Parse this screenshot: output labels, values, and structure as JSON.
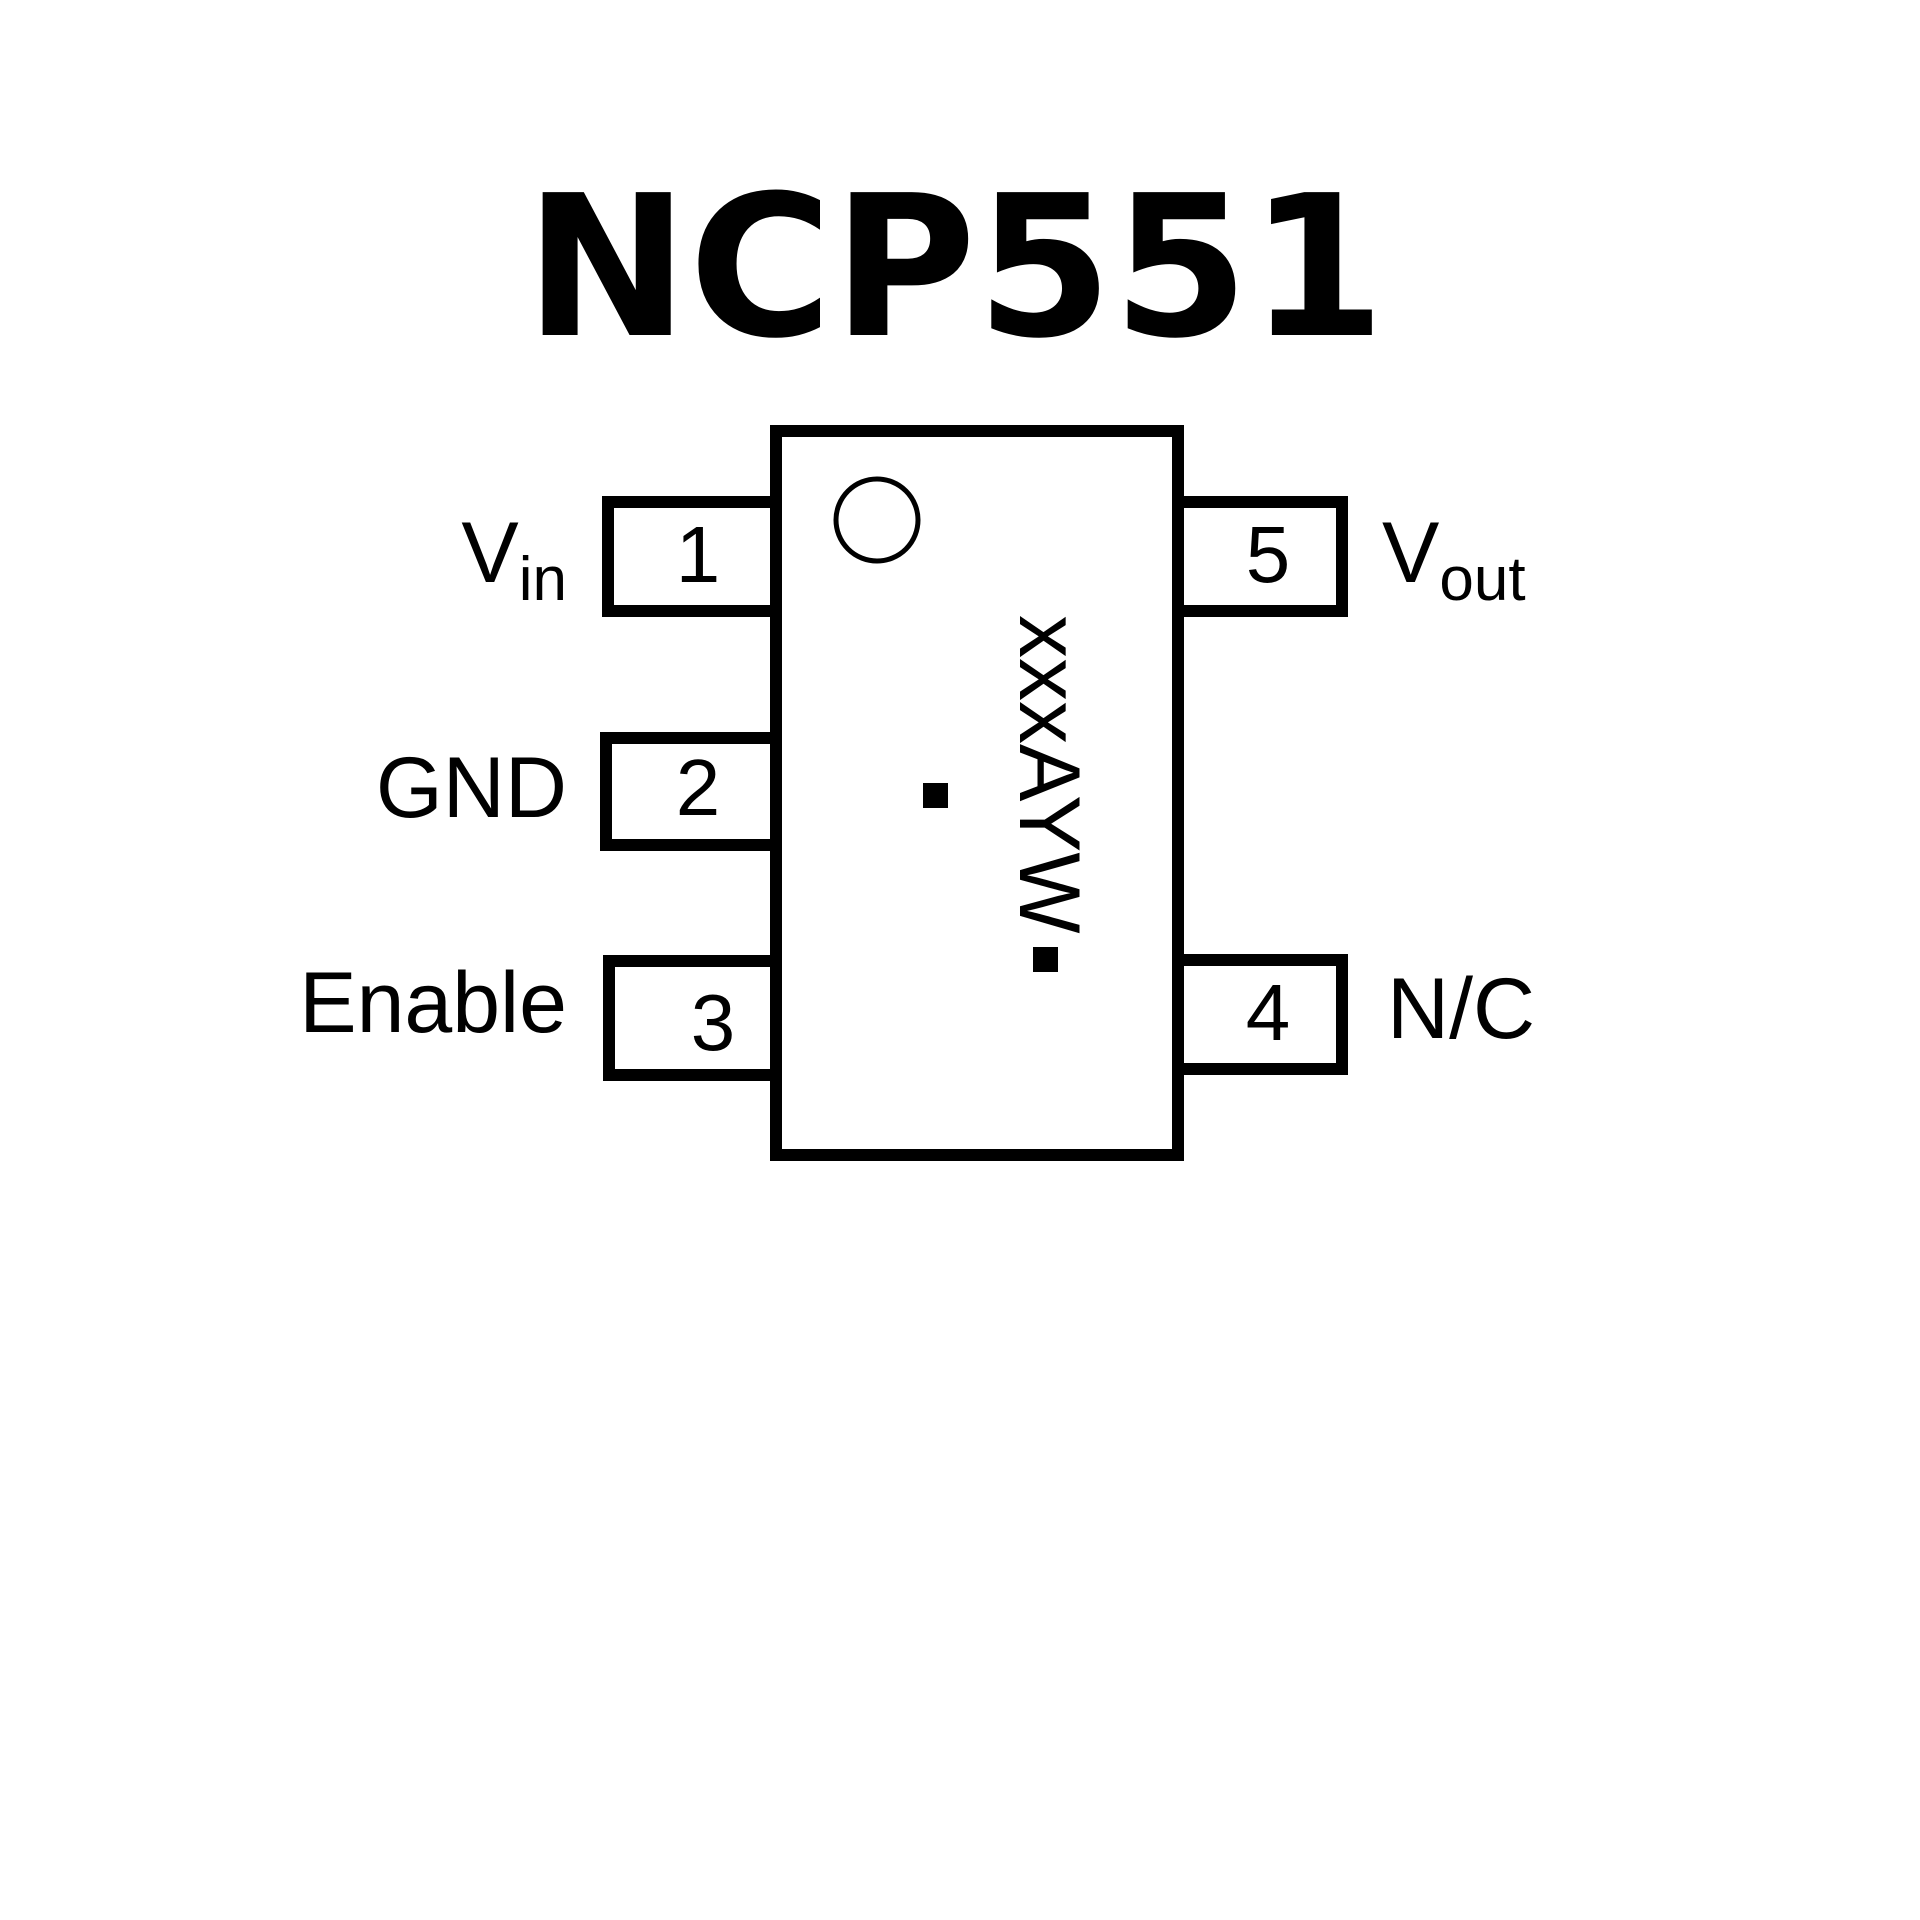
{
  "title": "NCP551",
  "package": {
    "marking": "xxxAYW",
    "pin1_indicator": "circle-icon",
    "colors": {
      "stroke": "#000000",
      "background": "#ffffff"
    }
  },
  "pins": [
    {
      "number": "1",
      "name": "V",
      "sub": "in",
      "side": "left"
    },
    {
      "number": "2",
      "name": "GND",
      "sub": "",
      "side": "left"
    },
    {
      "number": "3",
      "name": "Enable",
      "sub": "",
      "side": "left"
    },
    {
      "number": "4",
      "name": "N/C",
      "sub": "",
      "side": "right"
    },
    {
      "number": "5",
      "name": "V",
      "sub": "out",
      "side": "right"
    }
  ]
}
